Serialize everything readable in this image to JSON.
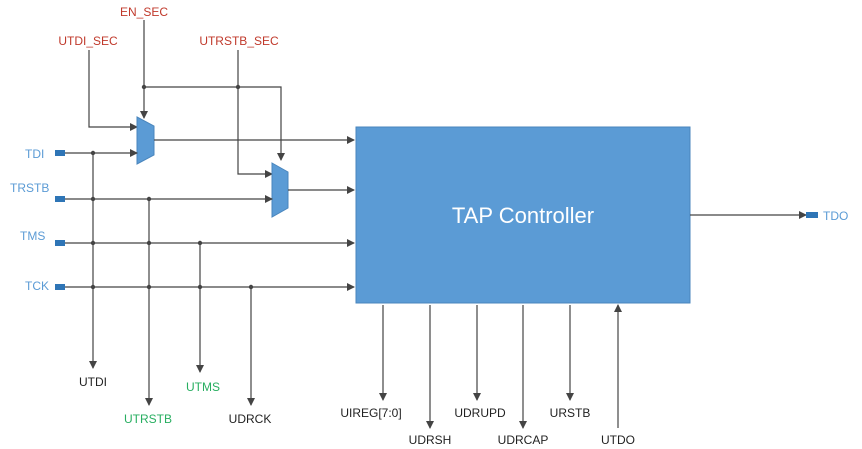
{
  "controller": {
    "label": "TAP Controller"
  },
  "sec_signals": {
    "utdi_sec": "UTDI_SEC",
    "en_sec": "EN_SEC",
    "utrstb_sec": "UTRSTB_SEC"
  },
  "inputs": {
    "tdi": "TDI",
    "trstb": "TRSTB",
    "tms": "TMS",
    "tck": "TCK"
  },
  "output": {
    "tdo": "TDO"
  },
  "taps": {
    "utdi": "UTDI",
    "utrstb": "UTRSTB",
    "utms": "UTMS",
    "udrck": "UDRCK"
  },
  "bottom_ports": {
    "uireg": "UIREG[7:0]",
    "udrsh": "UDRSH",
    "udrupd": "UDRUPD",
    "udrcap": "UDRCAP",
    "urstb": "URSTB",
    "utdo": "UTDO"
  },
  "colors": {
    "controller_fill": "#5b9bd5",
    "mux_fill": "#5b9bd5",
    "sec_label": "#c0392b",
    "port_label": "#5b9bd5",
    "green_label": "#27ae60",
    "black_label": "#222222"
  }
}
